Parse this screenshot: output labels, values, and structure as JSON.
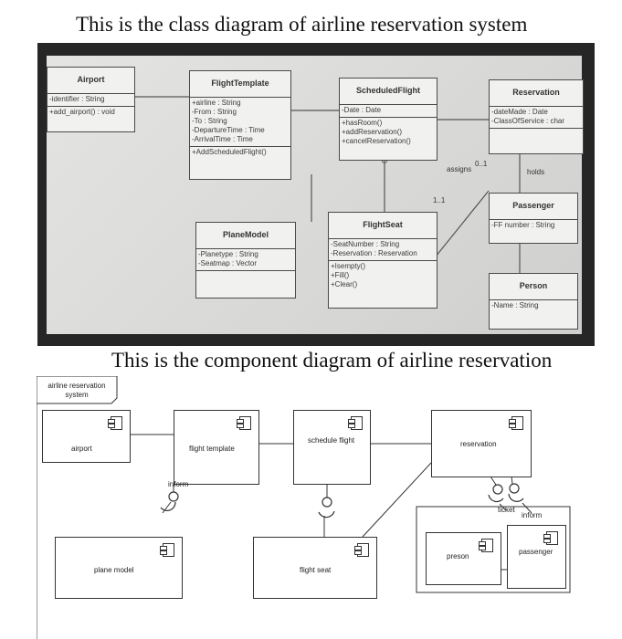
{
  "titles": {
    "class_diagram": "This is the class diagram of airline reservation system",
    "component_diagram": "This is the component diagram of airline reservation"
  },
  "colors": {
    "photo_border": "#262626",
    "board": "#dcdcda",
    "ink": "#333333"
  },
  "class_diagram": {
    "classes": {
      "airport": {
        "name": "Airport",
        "attributes": [
          "-identifier : String"
        ],
        "operations": [
          "+add_airport() : void"
        ]
      },
      "flight_template": {
        "name": "FlightTemplate",
        "attributes": [
          "+airline : String",
          "-From : String",
          "-To : String",
          "-DepartureTime : Time",
          "-ArrivalTime : Time"
        ],
        "operations": [
          "+AddScheduledFlight()"
        ]
      },
      "scheduled_flight": {
        "name": "ScheduledFlight",
        "attributes": [
          "-Date : Date"
        ],
        "operations": [
          "+hasRoom()",
          "+addReservation()",
          "+cancelReservation()"
        ]
      },
      "reservation": {
        "name": "Reservation",
        "attributes": [
          "-dateMade : Date",
          "-ClassOfService : char"
        ],
        "operations": []
      },
      "passenger": {
        "name": "Passenger",
        "attributes": [
          "-FF number : String"
        ],
        "operations": []
      },
      "person": {
        "name": "Person",
        "attributes": [
          "-Name : String"
        ],
        "operations": []
      },
      "plane_model": {
        "name": "PlaneModel",
        "attributes": [
          "-Planetype : String",
          "-Seatmap : Vector"
        ],
        "operations": []
      },
      "flight_seat": {
        "name": "FlightSeat",
        "attributes": [
          "-SeatNumber : String",
          "-Reservation : Reservation"
        ],
        "operations": [
          "+Isempty()",
          "+Fill()",
          "+Clear()"
        ]
      }
    },
    "labels": {
      "assigns": "assigns",
      "mult_reservation": "0..1",
      "mult_seat": "1..1",
      "holds": "holds"
    }
  },
  "component_diagram": {
    "frame_label": "airline reservation system",
    "components": {
      "airport": "airport",
      "flight_template": "flight template",
      "schedule_flight": "schedule flight",
      "reservation": "reservation",
      "plane_model": "plane model",
      "flight_seat": "flight seat",
      "person": "preson",
      "passenger": "passenger"
    },
    "labels": {
      "inform_plane": "inform",
      "ticket": "ticket",
      "inform_passenger": "inform"
    }
  }
}
